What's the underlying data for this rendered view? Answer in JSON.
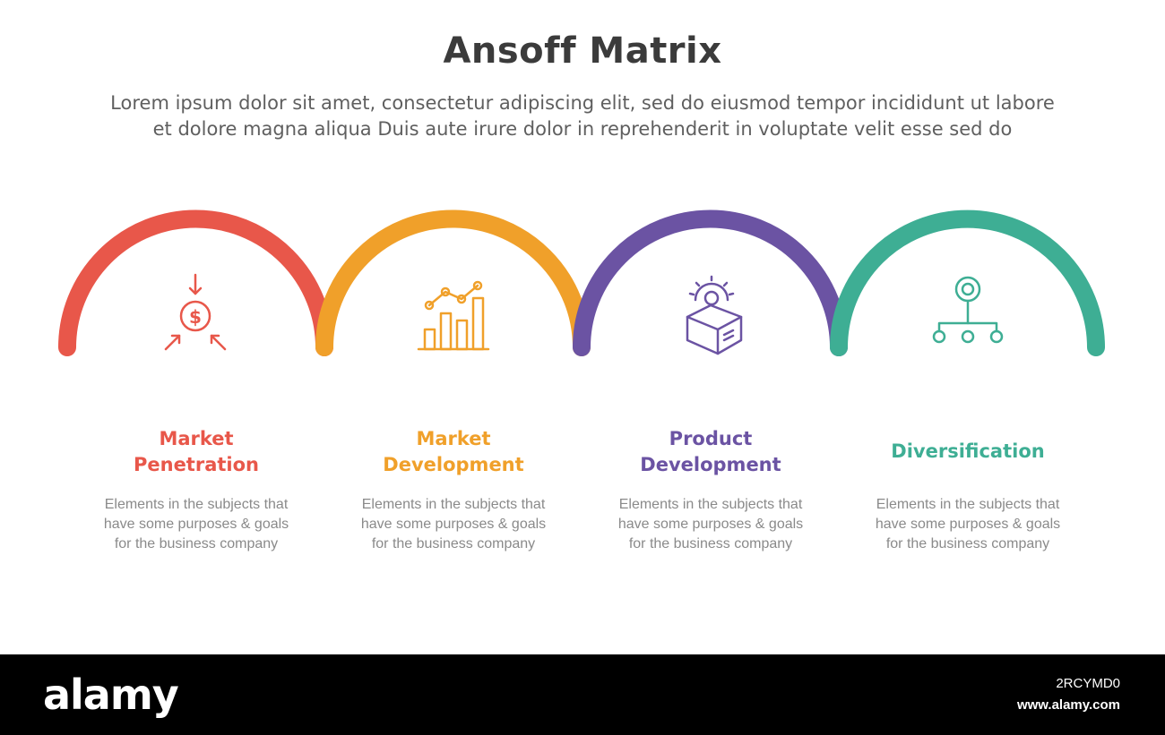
{
  "title": "Ansoff Matrix",
  "subtitle": {
    "line1": "Lorem ipsum dolor sit amet, consectetur adipiscing elit, sed do eiusmod tempor incididunt ut labore",
    "line2": "et dolore magna aliqua Duis aute irure dolor in reprehenderit in voluptate velit esse sed do"
  },
  "stages": [
    {
      "label_lines": [
        "Market",
        "Penetration"
      ],
      "color": "#e8574a",
      "icon": "dollar-arrows-icon",
      "desc_lines": [
        "Elements in the subjects that",
        "have  some purposes & goals",
        "for the  business company"
      ]
    },
    {
      "label_lines": [
        "Market",
        "Development"
      ],
      "color": "#f0a02a",
      "icon": "bar-chart-icon",
      "desc_lines": [
        "Elements in the subjects that",
        "have  some purposes & goals",
        "for the  business company"
      ]
    },
    {
      "label_lines": [
        "Product",
        "Development"
      ],
      "color": "#6b53a3",
      "icon": "gear-box-icon",
      "desc_lines": [
        "Elements in the subjects that",
        "have  some purposes & goals",
        "for the  business company"
      ]
    },
    {
      "label_lines": [
        "Diversification"
      ],
      "color": "#3eae94",
      "icon": "hierarchy-icon",
      "desc_lines": [
        "Elements in the subjects that",
        "have  some purposes & goals",
        "for the  business company"
      ]
    }
  ],
  "footer": {
    "brand": "alamy",
    "image_id": "2RCYMD0",
    "site": "www.alamy.com"
  }
}
